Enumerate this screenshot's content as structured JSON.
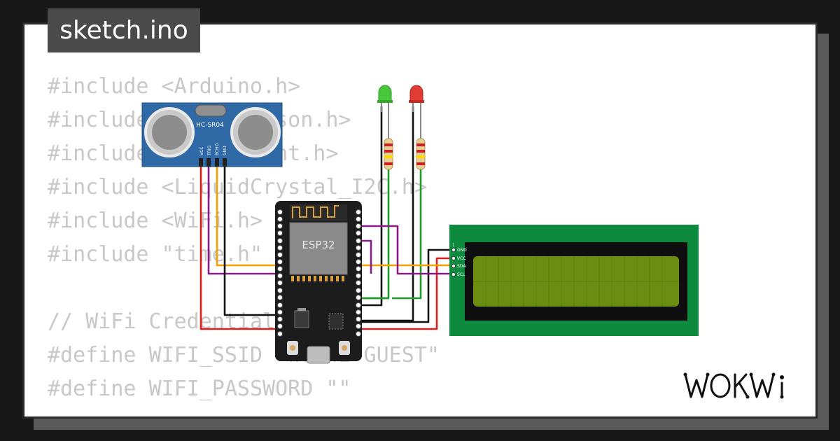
{
  "tab": {
    "filename": "sketch.ino"
  },
  "code_lines": [
    "#include <Arduino.h>",
    "#include <ArduinoJson.h>",
    "#include <HTTPClient.h>",
    "#include <LiquidCrystal_I2C.h>",
    "#include <WiFi.h>",
    "#include \"time.h\"",
    "",
    "// WiFi Credentials",
    "#define WIFI_SSID \"Wokwi-GUEST\"",
    "#define WIFI_PASSWORD \"\""
  ],
  "circuit": {
    "ultrasonic": {
      "model": "HC-SR04",
      "pins": [
        "VCC",
        "TRIG",
        "ECHO",
        "GND"
      ]
    },
    "mcu": {
      "label": "ESP32"
    },
    "lcd": {
      "pin_index": "1",
      "pins": [
        "GND",
        "VCC",
        "SDA",
        "SCL"
      ]
    },
    "leds": [
      {
        "color": "#46c83a"
      },
      {
        "color": "#e23b33"
      }
    ],
    "wire_colors": {
      "red": "#e02020",
      "black": "#111111",
      "orange": "#f5a000",
      "purple": "#8a1a8a",
      "green": "#1f9a2a"
    }
  },
  "logo": {
    "text": "WOKWi"
  }
}
